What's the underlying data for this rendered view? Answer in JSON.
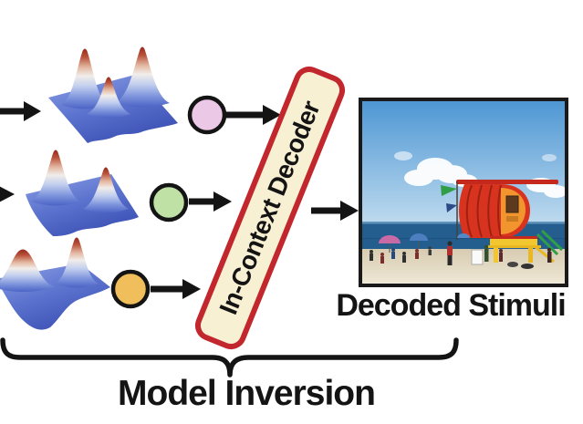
{
  "figure": {
    "background": "#FFFFFF",
    "ink": "#141414",
    "decoder": {
      "label": "In-Context Decoder",
      "fill": "#F8F0D3",
      "border": "#C1272D",
      "text_color": "#141414"
    },
    "captions": {
      "decoded_stimuli": "Decoded Stimuli",
      "model_inversion": "Model Inversion"
    },
    "arrow_color": "#141414",
    "tokens": [
      {
        "name": "context-token-pink",
        "fill": "#ECC8E7",
        "outline": "#141414"
      },
      {
        "name": "context-token-green",
        "fill": "#BFE1A6",
        "outline": "#141414"
      },
      {
        "name": "query-token-orange",
        "fill": "#F1BE5C",
        "outline": "#141414"
      }
    ],
    "surfaces": [
      {
        "name": "response-surface-top",
        "peaks": 3
      },
      {
        "name": "response-surface-middle",
        "peaks": 2
      },
      {
        "name": "response-surface-bottom",
        "peaks": 2
      }
    ],
    "surface_palette": {
      "high": "#962A1E",
      "mid": "#F1EDE9",
      "low": "#4C63C6",
      "base_light": "#8CA0E4",
      "base_dark": "#3E53B6"
    },
    "photo": {
      "name": "beach-lifeguard-tower-photo",
      "sky_top": "#4E97D4",
      "sky_bottom": "#BCD9EE",
      "sea": "#245E8E",
      "sand_top": "#D7CBB1",
      "sand_bottom": "#EFE8D6",
      "tower_red": "#D8331F",
      "tower_orange": "#F2952F",
      "tower_yellow": "#F2C62E",
      "flag_green": "#2F9E46",
      "flag_navy": "#2C4A86"
    }
  }
}
